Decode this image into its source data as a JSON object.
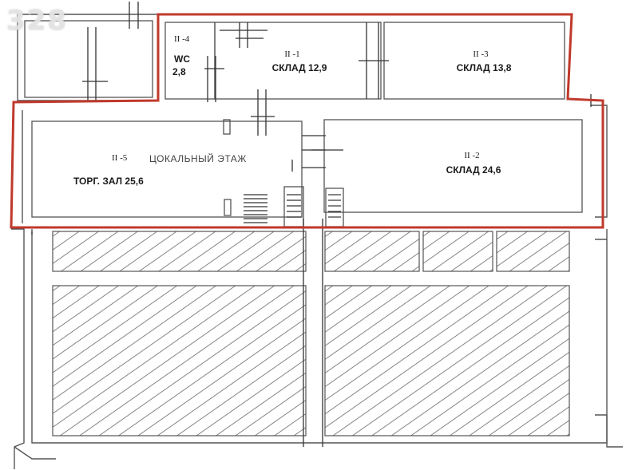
{
  "watermark": "328",
  "floor_label": "ЦОКАЛЬНЫЙ ЭТАЖ",
  "rooms": [
    {
      "id": "II-1",
      "code": "II -1",
      "name": "СКЛАД 12,9"
    },
    {
      "id": "II-2",
      "code": "II -2",
      "name": "СКЛАД 24,6"
    },
    {
      "id": "II-3",
      "code": "II -3",
      "name": "СКЛАД 13,8"
    },
    {
      "id": "II-4",
      "code": "II -4",
      "name": "WC",
      "area": "2,8"
    },
    {
      "id": "II-5",
      "code": "II -5",
      "name": "ТОРГ. ЗАЛ 25,6"
    }
  ],
  "colors": {
    "outline": "#c0392b",
    "walls": "#555555",
    "hatch": "#666666"
  }
}
